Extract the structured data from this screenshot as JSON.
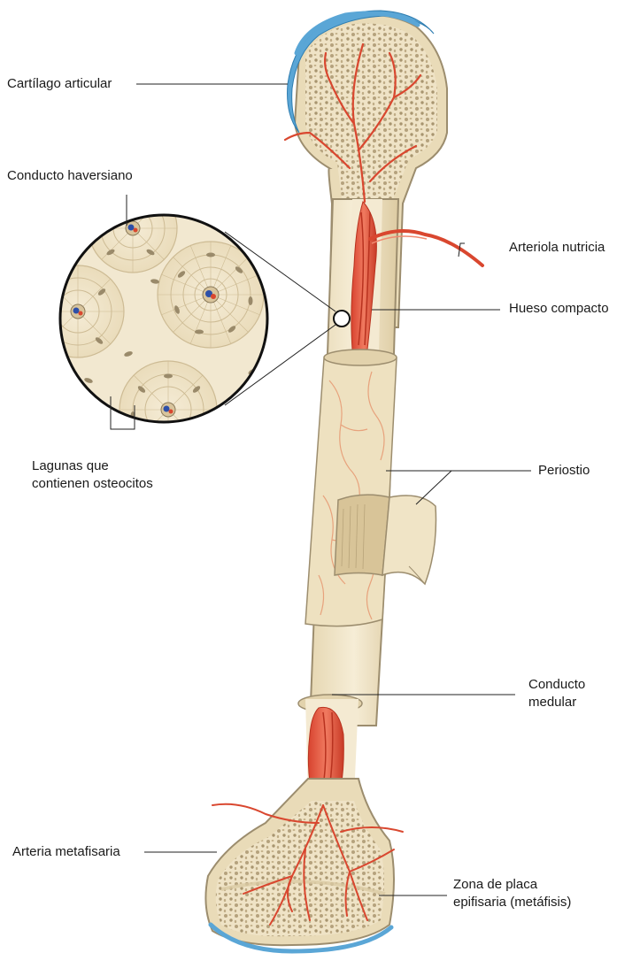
{
  "labels": {
    "cartilago": "Cartílago articular",
    "haversiano": "Conducto haversiano",
    "lagunas": [
      "Lagunas que",
      "contienen osteocitos"
    ],
    "arteriola": "Arteriola nutricia",
    "hueso_compacto": "Hueso compacto",
    "periostio": "Periostio",
    "conducto_medular": [
      "Conducto",
      "medular"
    ],
    "arteria_metafisaria": "Arteria metafisaria",
    "zona_placa": [
      "Zona de placa",
      "epifisaria (metáfisis)"
    ]
  },
  "colors": {
    "bone": "#efe3c6",
    "bone_outline": "#9c8d6e",
    "spongy_dot": "#b5a27d",
    "cartilage": "#5aa6d6",
    "vessel": "#e0503a",
    "vessel_dark": "#b8321f",
    "periosteum_vein": "#e7a27c",
    "osteon_ring": "#cdbb94",
    "lacuna": "#9a8a6a"
  }
}
